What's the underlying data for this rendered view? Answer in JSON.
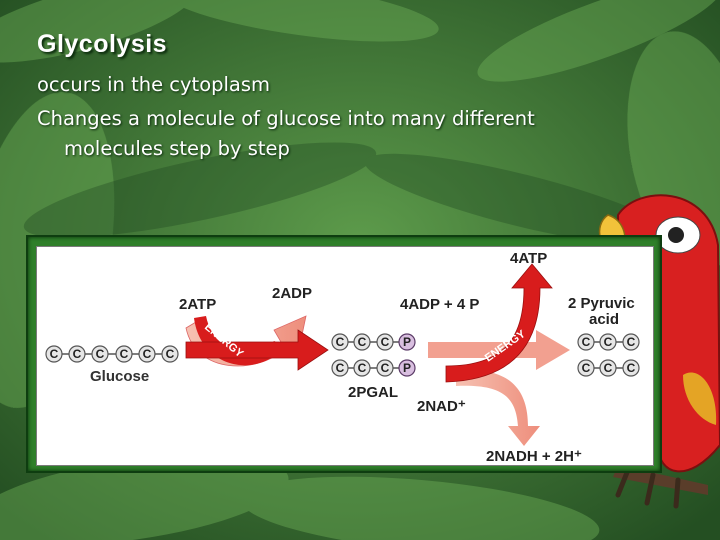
{
  "slide": {
    "title": "Glycolysis",
    "bullets": [
      "occurs in the cytoplasm",
      "Changes a molecule of glucose into many different",
      "molecules step by step"
    ]
  },
  "diagram": {
    "glucose": {
      "atoms": [
        "C",
        "C",
        "C",
        "C",
        "C",
        "C"
      ],
      "label": "Glucose"
    },
    "step1": {
      "input": "2ATP",
      "output": "2ADP",
      "arrow_text": "ENERGY"
    },
    "pgal": {
      "rows": [
        [
          "C",
          "C",
          "C",
          "P"
        ],
        [
          "C",
          "C",
          "C",
          "P"
        ]
      ],
      "label": "2PGAL"
    },
    "step2": {
      "inputs": [
        "4ADP + 4 P",
        "2NAD⁺"
      ],
      "outputs": [
        "4ATP",
        "2NADH + 2H⁺"
      ],
      "arrow_text": "ENERGY"
    },
    "product": {
      "label_line1": "2 Pyruvic",
      "label_line2": "acid",
      "rows": [
        [
          "C",
          "C",
          "C"
        ],
        [
          "C",
          "C",
          "C"
        ]
      ]
    }
  },
  "colors": {
    "arrow_red": "#d81c1c",
    "arrow_pink": "#f0a393",
    "phosphate_purple": "#d9bfe0",
    "frame_green": "#2f7f2a"
  }
}
